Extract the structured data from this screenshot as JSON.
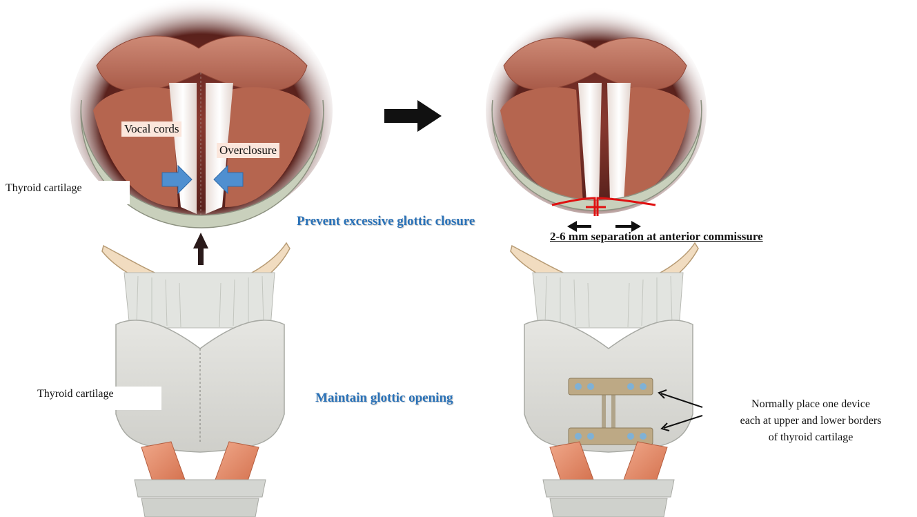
{
  "labels": {
    "vocal_cords": "Vocal cords",
    "overclosure": "Overclosure",
    "thyroid_cartilage_top": "Thyroid cartilage",
    "thyroid_cartilage_bottom": "Thyroid cartilage",
    "prevent": "Prevent excessive glottic closure",
    "maintain": "Maintain glottic opening",
    "separation": "2-6 mm separation at anterior commissure",
    "note_line1": "Normally place one device",
    "note_line2": "each at upper and lower borders",
    "note_line3": "of thyroid cartilage"
  },
  "colors": {
    "heading_blue": "#2a72b8",
    "device_red": "#e01010",
    "arrow_blue": "#4f8fd0",
    "cartilage_green": "#c9d0bc",
    "muscle": "#e28a6a",
    "mucosa": "#b5654f"
  }
}
